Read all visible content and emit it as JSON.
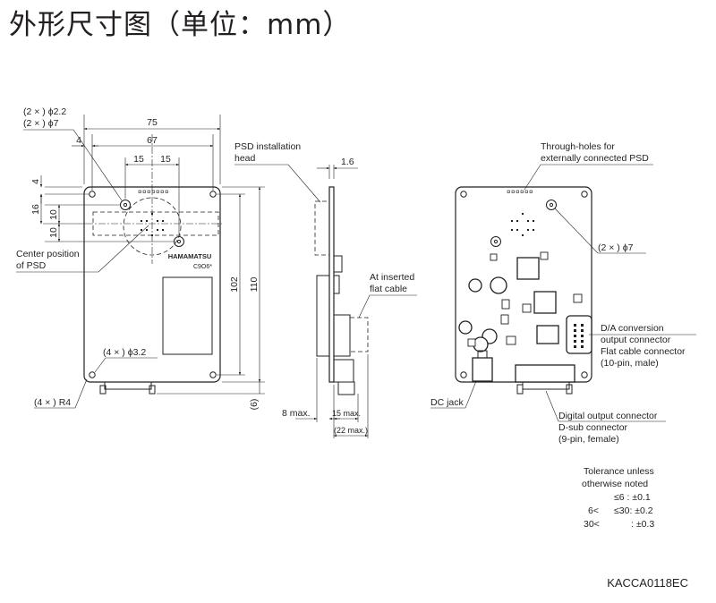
{
  "title": "外形尺寸图（单位：mm）",
  "front_view": {
    "dims": {
      "d75": "75",
      "d67": "67",
      "d4_top": "4",
      "d15a": "15",
      "d15b": "15",
      "d4_left": "4",
      "d16": "16",
      "d10a": "10",
      "d10b": "10",
      "d102": "102",
      "d110": "110",
      "d6": "(6)"
    },
    "labels": {
      "hole_small": "(2 × ) ϕ2.2",
      "hole_big": "(2 × ) ϕ7",
      "center_psd_1": "Center position",
      "center_psd_2": "of PSD",
      "mount_hole": "(4 × ) ϕ3.2",
      "corner_radius": "(4 × ) R4",
      "brand": "HAMAMATSU",
      "model": "C9O6*"
    }
  },
  "side_view": {
    "labels": {
      "psd_head_1": "PSD installation",
      "psd_head_2": "head",
      "d1_6": "1.6",
      "inserted_1": "At inserted",
      "inserted_2": "flat cable",
      "d8max": "8 max.",
      "d15max": "15 max.",
      "d22max": "(22 max.)"
    }
  },
  "back_view": {
    "labels": {
      "through_1": "Through-holes for",
      "through_2": "externally connected PSD",
      "hole7": "(2 × ) ϕ7",
      "da_1": "D/A conversion",
      "da_2": "output connector",
      "da_3": "Flat cable connector",
      "da_4": "(10-pin, male)",
      "dc_jack": "DC jack",
      "dig_1": "Digital output connector",
      "dig_2": "D-sub connector",
      "dig_3": "(9-pin, female)"
    }
  },
  "tolerance": {
    "l1": "Tolerance unless",
    "l2": "otherwise noted",
    "r1": "≤6  : ±0.1",
    "r2a": "6<",
    "r2b": "≤30: ±0.2",
    "r3a": "30<",
    "r3b": ": ±0.3"
  },
  "code": "KACCA0118EC"
}
